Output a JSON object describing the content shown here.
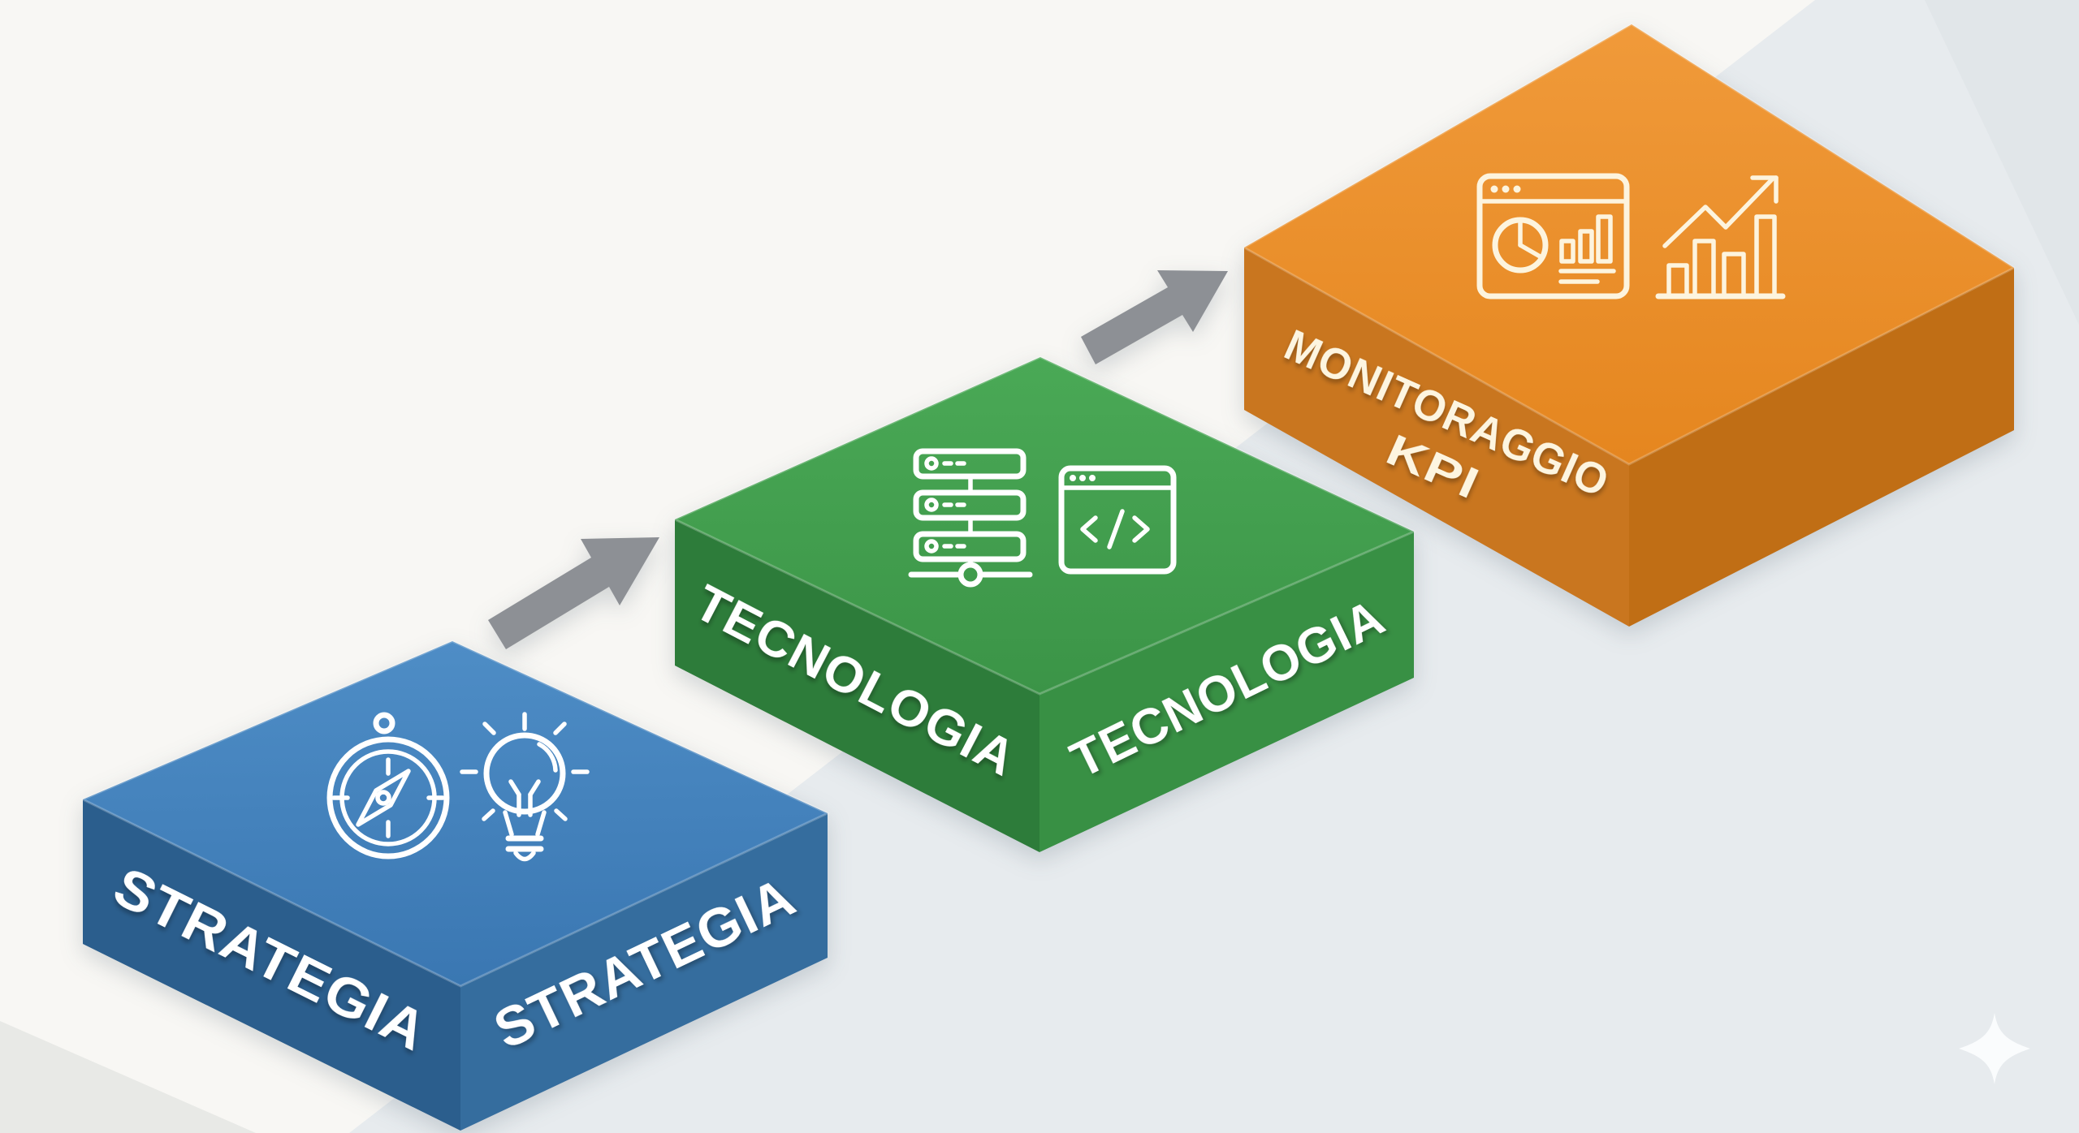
{
  "diagram": {
    "type": "process-steps-3d",
    "language": "it",
    "background": {
      "base_color": "#f8f7f4",
      "shade_right_color": "#e7ebee",
      "shade_corner_color": "#dde3e7",
      "shade_bottom_left_color": "#e8e9e6",
      "sparkle_color": "#fafcfd"
    },
    "arrow_color": "#8d9095",
    "arrows": [
      {
        "id": "arrow-strategia-tecnologia",
        "direction": "up-right"
      },
      {
        "id": "arrow-tecnologia-monitoraggio",
        "direction": "up-right"
      }
    ],
    "steps": [
      {
        "id": "strategia",
        "label_left": "STRATEGIA",
        "label_right": "STRATEGIA",
        "icons": [
          "compass-icon",
          "lightbulb-icon"
        ],
        "top_color_light": "#4e8dc6",
        "top_color": "#3a77b2",
        "left_color": "#2b5e8d",
        "right_color": "#356d9e",
        "text_color": "#ffffff"
      },
      {
        "id": "tecnologia",
        "label_left": "TECNOLOGIA",
        "label_right": "TECNOLOGIA",
        "icons": [
          "server-stack-icon",
          "code-window-icon"
        ],
        "top_color_light": "#4aa956",
        "top_color": "#3b9447",
        "left_color": "#2d7c3a",
        "right_color": "#389044",
        "text_color": "#ffffff"
      },
      {
        "id": "monitoraggio-kpi",
        "label_line1": "MONITORAGGIO",
        "label_line2": "KPI",
        "icons": [
          "dashboard-icon",
          "growth-chart-icon"
        ],
        "top_color_light": "#f09a3a",
        "top_color": "#e5861f",
        "left_color": "#c9761f",
        "right_color": "#c06e15",
        "text_color": "#fdf5e0"
      }
    ]
  }
}
